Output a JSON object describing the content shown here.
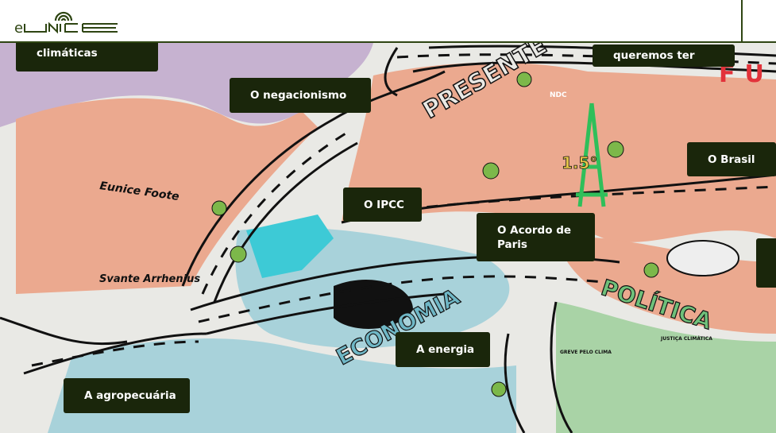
{
  "header": {
    "logo_text": "eUNICE"
  },
  "topics": [
    {
      "id": "mudancas-climaticas",
      "label": "climáticas"
    },
    {
      "id": "negacionismo",
      "label": "O negacionismo"
    },
    {
      "id": "futuro",
      "label": "queremos ter"
    },
    {
      "id": "ipcc",
      "label": "O IPCC"
    },
    {
      "id": "acordo-paris",
      "label": "O Acordo de Paris"
    },
    {
      "id": "brasil",
      "label": "O Brasil"
    },
    {
      "id": "energia",
      "label": "A energia"
    },
    {
      "id": "agropecuaria",
      "label": "A agropecuária"
    }
  ],
  "illustration": {
    "presente": "PRESENTE",
    "futuro": "FU",
    "economia": "ECONOMIA",
    "politica": "POLÍTICA",
    "eunice_foote": "Eunice Foote",
    "svante": "Svante Arrhenius",
    "temp": "1.5°",
    "ndc": "NDC",
    "greve": "GREVE PELO CLIMA",
    "justica": "JUSTIÇA CLIMÁTICA"
  },
  "colors": {
    "label_bg": "#1a260b",
    "purple": "#c6b2d0",
    "salmon": "#eba98f",
    "blue": "#a8d2da",
    "green": "#a9d3a6",
    "accent_green": "#2fbf5a"
  }
}
